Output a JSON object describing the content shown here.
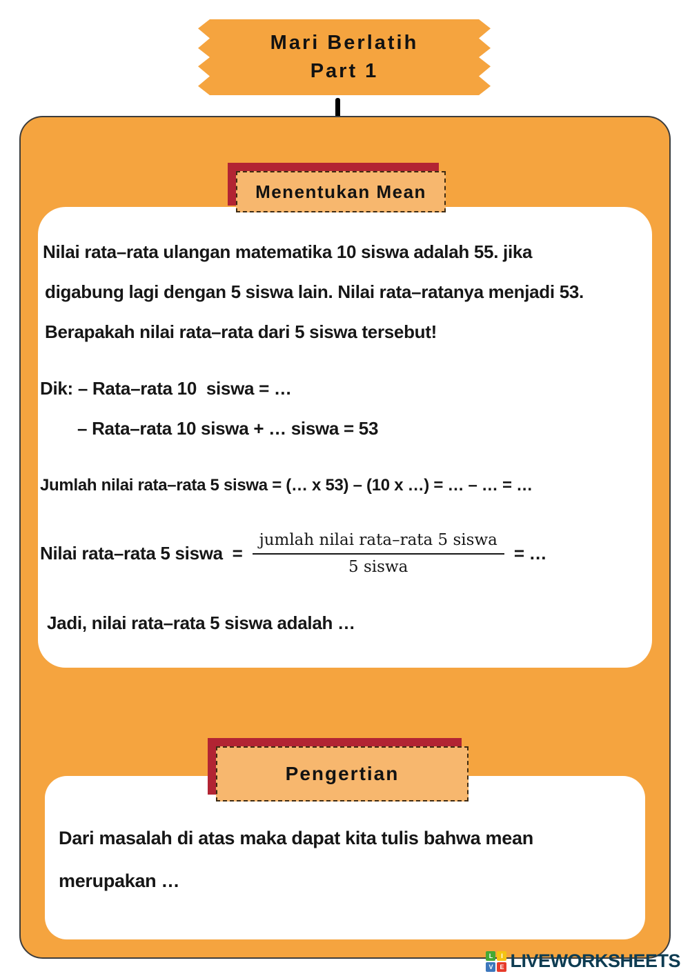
{
  "banner": {
    "line1": "Mari Berlatih",
    "line2": "Part 1"
  },
  "mean_section": {
    "label": "Menentukan Mean",
    "problem": [
      "Nilai rata–rata ulangan matematika 10 siswa adalah 55. jika",
      "digabung lagi dengan 5 siswa lain. Nilai rata–ratanya menjadi 53.",
      "Berapakah nilai rata–rata dari 5 siswa tersebut!"
    ],
    "known": [
      "Dik: – Rata–rata 10  siswa = …",
      "– Rata–rata 10 siswa + … siswa = 53"
    ],
    "sum_line": "Jumlah nilai rata–rata 5 siswa = (… x 53) – (10 x …) = … – … = …",
    "mean_lhs": "Nilai rata–rata 5 siswa  =",
    "fraction": {
      "numerator": "jumlah nilai rata–rata 5 siswa",
      "denominator": "5 siswa"
    },
    "mean_rhs": "= …",
    "conclusion": "Jadi, nilai rata–rata 5 siswa adalah …"
  },
  "pengertian_section": {
    "label": "Pengertian",
    "text": [
      "Dari masalah di atas maka dapat kita tulis bahwa mean",
      "merupakan …"
    ]
  },
  "footer": {
    "brand": "LIVEWORKSHEETS",
    "logo_letters": [
      "L",
      "I",
      "V",
      "E"
    ]
  },
  "colors": {
    "panel_orange": "#F5A43F",
    "label_orange": "#F7B76E",
    "accent_dark_red": "#B22433",
    "brand_navy": "#0E3C52",
    "logo_green": "#45A935",
    "logo_yellow": "#F5C314",
    "logo_blue": "#3D77BC",
    "logo_red": "#E73B2B"
  }
}
